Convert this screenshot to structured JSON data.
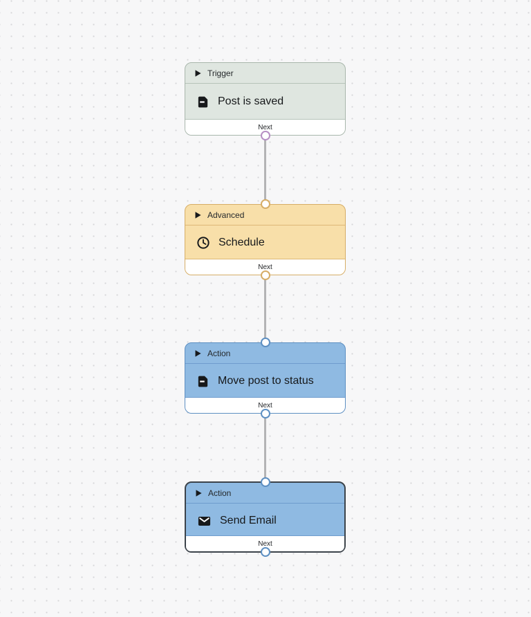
{
  "canvas": {
    "background_color": "#f7f7f8",
    "dot_grid_color": "#d6d6d8",
    "connector_color": "#b3b3b5"
  },
  "nodes": [
    {
      "category": "Trigger",
      "title": "Post is saved",
      "icon": "document-icon",
      "footer_label": "Next",
      "selected": false,
      "has_input_port": false,
      "has_output_port": true,
      "theme": {
        "fill": "#dfe6e0",
        "border": "#a8b6ab",
        "divider": "#b6c3b9",
        "output_port": "#b78fc4"
      }
    },
    {
      "category": "Advanced",
      "title": "Schedule",
      "icon": "clock-icon",
      "footer_label": "Next",
      "selected": false,
      "has_input_port": true,
      "has_output_port": true,
      "theme": {
        "fill": "#f8dfa9",
        "border": "#d6ad66",
        "divider": "#ddb877",
        "input_port": "#d6ad66",
        "output_port": "#d6ad66"
      }
    },
    {
      "category": "Action",
      "title": "Move post to status",
      "icon": "document-icon",
      "footer_label": "Next",
      "selected": false,
      "has_input_port": true,
      "has_output_port": true,
      "theme": {
        "fill": "#8fbae2",
        "border": "#5d8fc2",
        "divider": "#6f9ccd",
        "input_port": "#5d8fc2",
        "output_port": "#5d8fc2"
      }
    },
    {
      "category": "Action",
      "title": "Send Email",
      "icon": "mail-icon",
      "footer_label": "Next",
      "selected": true,
      "has_input_port": true,
      "has_output_port": true,
      "theme": {
        "fill": "#8fbae2",
        "border": "#3c434a",
        "divider": "#6f9ccd",
        "input_port": "#5d8fc2",
        "output_port": "#5d8fc2"
      }
    }
  ],
  "edges": [
    {
      "from_node": 0,
      "to_node": 1
    },
    {
      "from_node": 1,
      "to_node": 2
    },
    {
      "from_node": 2,
      "to_node": 3
    }
  ]
}
